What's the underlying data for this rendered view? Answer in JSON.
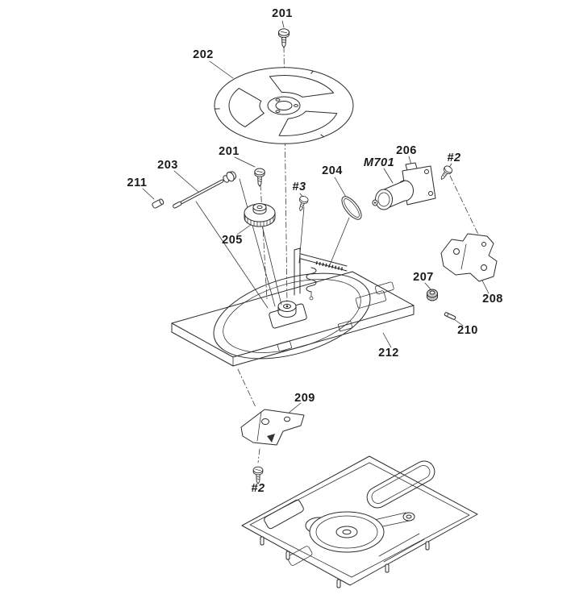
{
  "diagram": {
    "kind": "exploded-parts-diagram",
    "background_color": "#ffffff",
    "line_color": "#2b2b2b",
    "labels": {
      "l201_top": "201",
      "l202": "202",
      "l201_mid": "201",
      "l203": "203",
      "l211": "211",
      "l205": "205",
      "l3": "#3",
      "l204": "204",
      "lM701": "M701",
      "l206": "206",
      "l2_top": "#2",
      "l207": "207",
      "l208": "208",
      "l210": "210",
      "l212": "212",
      "l209": "209",
      "l2_bottom": "#2"
    }
  }
}
